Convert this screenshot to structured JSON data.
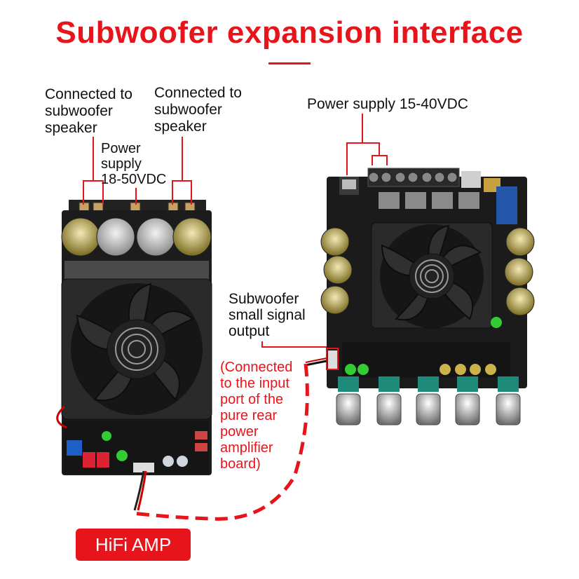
{
  "title": "Subwoofer expansion interface",
  "labels": {
    "left_speaker_1": [
      "Connected to",
      "subwoofer",
      "speaker"
    ],
    "left_speaker_2": [
      "Connected to",
      "subwoofer",
      "speaker"
    ],
    "left_power": [
      "Power",
      "supply",
      "18-50VDC"
    ],
    "right_power": "Power supply 15-40VDC",
    "signal_output": [
      "Subwoofer",
      "small signal",
      "output"
    ],
    "connection_note": [
      "(Connected",
      "to the input",
      "port of the",
      "pure rear",
      "power",
      "amplifier",
      "board)"
    ]
  },
  "badge": "HiFi AMP",
  "colors": {
    "accent": "#e8141b",
    "board": "#1c1c1c",
    "heatsink": "#2a2a2a"
  }
}
